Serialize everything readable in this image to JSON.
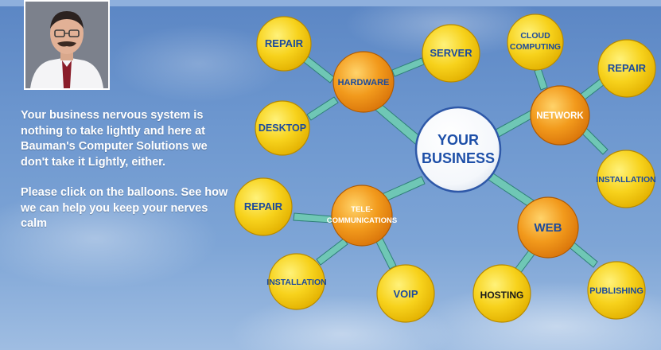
{
  "intro": {
    "paragraph1": "Your business nervous system is nothing to take lightly and here at Bauman's Computer Solutions we don't take it Lightly, either.",
    "paragraph2": "Please click on the balloons. See how we can help you  keep your nerves calm"
  },
  "balloons": {
    "center": "YOUR BUSINESS",
    "hardware": "HARDWARE",
    "network": "NETWORK",
    "telecom": "TELE-COMMUNICATIONS",
    "web": "WEB",
    "hw_repair": "REPAIR",
    "hw_server": "SERVER",
    "hw_desktop": "DESKTOP",
    "net_cloud": "CLOUD COMPUTING",
    "net_repair": "REPAIR",
    "net_installation": "INSTALLATION",
    "tel_repair": "REPAIR",
    "tel_installation": "INSTALLATION",
    "tel_voip": "VOIP",
    "web_hosting": "HOSTING",
    "web_publishing": "PUBLISHING"
  },
  "colors": {
    "sky": "#6d97cf",
    "leaf_balloon": "#f7d21c",
    "hub_balloon": "#f29a1c",
    "center_balloon": "#ffffff",
    "label_text": "#1b4a9c",
    "connector": "#6fc7b5"
  }
}
